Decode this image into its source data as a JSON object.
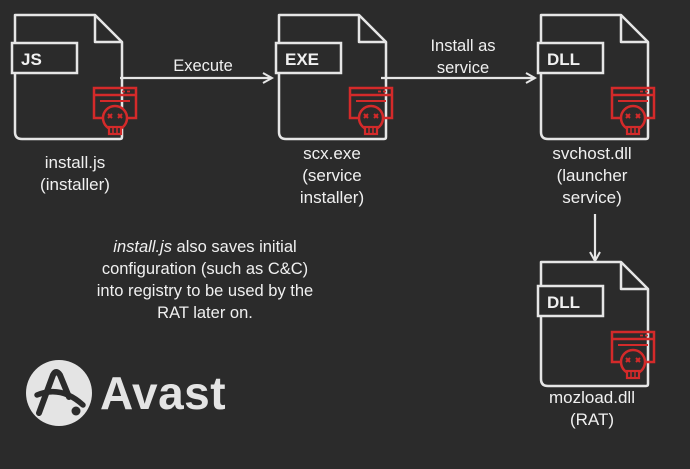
{
  "nodes": [
    {
      "id": "js",
      "type_label": "JS",
      "name": "install.js",
      "role": "(installer)"
    },
    {
      "id": "exe",
      "type_label": "EXE",
      "name": "scx.exe",
      "role": "(service installer)",
      "role_line1": "(service",
      "role_line2": "installer)"
    },
    {
      "id": "svchost",
      "type_label": "DLL",
      "name": "svchost.dll",
      "role": "(launcher service)",
      "role_line1": "(launcher",
      "role_line2": "service)"
    },
    {
      "id": "mozload",
      "type_label": "DLL",
      "name": "mozload.dll",
      "role": "(RAT)"
    }
  ],
  "edges": [
    {
      "from": "js",
      "to": "exe",
      "label": "Execute"
    },
    {
      "from": "exe",
      "to": "svchost",
      "label": "Install as service",
      "label_line1": "Install as",
      "label_line2": "service"
    },
    {
      "from": "svchost",
      "to": "mozload",
      "label": ""
    }
  ],
  "note": {
    "emphasis": "install.js",
    "text": " also saves initial configuration (such as C&C) into registry to be used by the RAT later on."
  },
  "brand": {
    "name": "Avast"
  },
  "colors": {
    "background": "#2b2b2b",
    "stroke": "#e6e6e6",
    "malware_red": "#d42a2a"
  },
  "icons": {
    "malware_badge": "skull-window-icon",
    "logo": "avast-logo-icon"
  }
}
